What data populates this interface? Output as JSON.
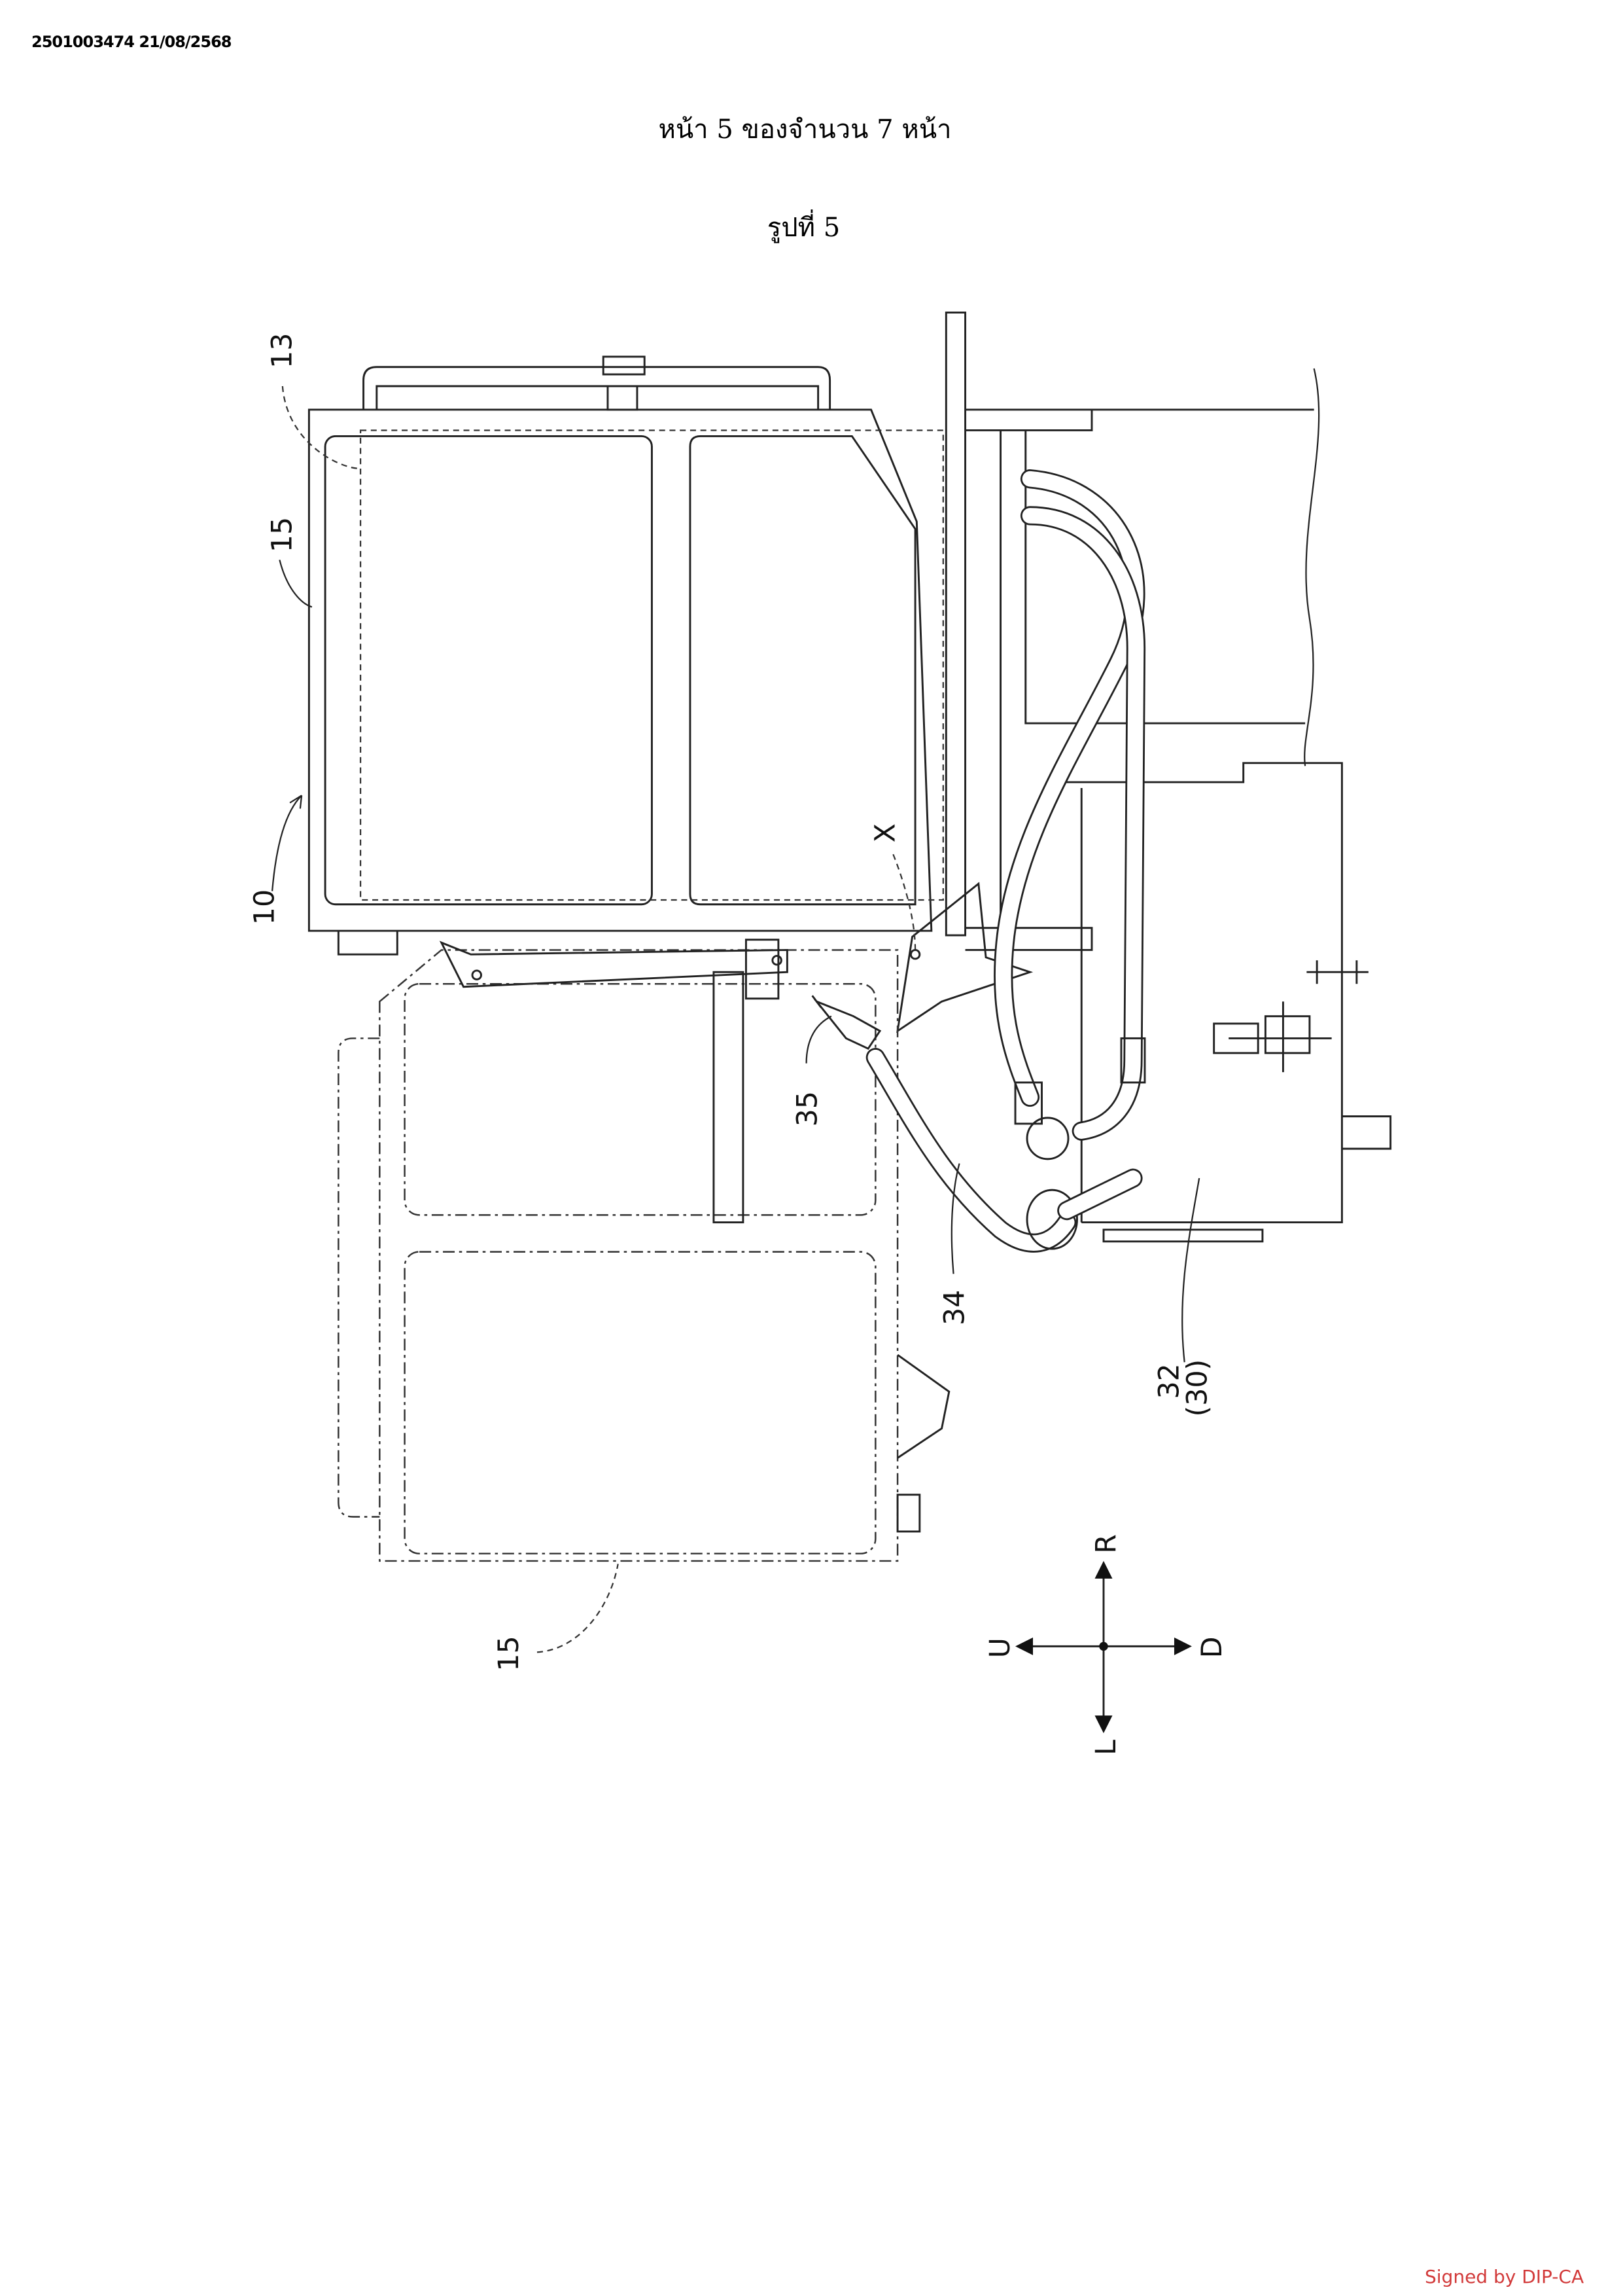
{
  "header": {
    "doc_id": "2501003474 21/08/2568",
    "page_info": "หน้า 5 ของจำนวน 7 หน้า",
    "figure_title": "รูปที่ 5"
  },
  "figure": {
    "labels": {
      "cab_panel": "13",
      "door_closed": "15",
      "cab": "10",
      "point_x": "X",
      "nozzle": "35",
      "hose": "34",
      "tank": "32",
      "tank_group": "(30)",
      "door_open": "15"
    },
    "compass": {
      "up": "U",
      "down": "D",
      "right": "R",
      "left": "L"
    }
  },
  "footer": {
    "signature": "Signed by DIP-CA"
  },
  "colors": {
    "signature": "#d23a3a",
    "ink": "#222222"
  }
}
